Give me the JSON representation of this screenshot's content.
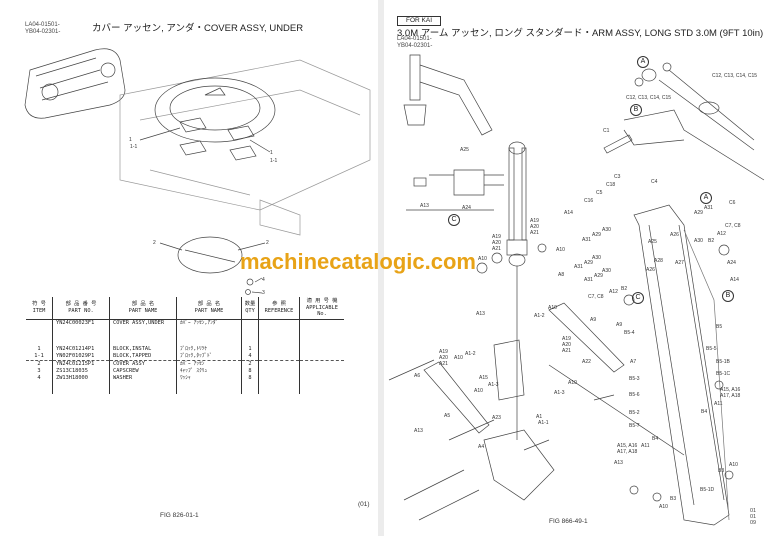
{
  "left_page": {
    "codes": [
      "LA04-01501-",
      "YB04-02301-"
    ],
    "title": "カバー アッセン, アンダ・COVER ASSY, UNDER",
    "callouts": [
      "1",
      "1-1",
      "1",
      "1-1",
      "2",
      "2",
      "4",
      "3"
    ],
    "table": {
      "headers": [
        {
          "jp": "符 号",
          "en": "ITEM"
        },
        {
          "jp": "部 品 番 号",
          "en": "PART NO."
        },
        {
          "jp": "部 品 名",
          "en": "PART NAME"
        },
        {
          "jp": "部 品 名",
          "en": "PART NAME"
        },
        {
          "jp": "数量",
          "en": "QTY"
        },
        {
          "jp": "参 照",
          "en": "REFERENCE"
        },
        {
          "jp": "適 用 号 機",
          "en": "APPLICABLE No."
        }
      ],
      "rows": [
        {
          "item": "",
          "part_no": "YN24C00023F1",
          "name_en": "COVER ASSY,UNDER",
          "name_jp": "ｶﾊﾞｰ ｱｯｾﾝ,ｱﾝﾀﾞ",
          "qty": ""
        },
        {
          "item": "1",
          "part_no": "YN24C01214P1",
          "name_en": "BLOCK,INSTAL",
          "name_jp": "ﾌﾞﾛｯｸ,ﾄﾘﾂｹ",
          "qty": "1"
        },
        {
          "item": "1-1",
          "part_no": "YN02F01029P1",
          "name_en": "BLOCK,TAPPED",
          "name_jp": "ﾌﾞﾛｯｸ,ﾀｯﾌﾟﾄﾞ",
          "qty": "4"
        },
        {
          "item": "2",
          "part_no": "YN24C01215P1",
          "name_en": "COVER ASSY",
          "name_jp": "ｶﾊﾞｰ ｱｯｾﾝ",
          "qty": "2"
        },
        {
          "item": "3",
          "part_no": "ZS13C18035",
          "name_en": "CAPSCREW",
          "name_jp": "ｷｬｯﾌﾟ ｽｸﾘｭ",
          "qty": "8"
        },
        {
          "item": "4",
          "part_no": "ZW13H18000",
          "name_en": "WASHER",
          "name_jp": "ﾜｯｼｬ",
          "qty": "8"
        }
      ]
    },
    "page_mark": "(01)",
    "figure": "FIG 826-01-1"
  },
  "watermark": "machinecatalogic.com",
  "watermark_color": "#e8a317",
  "right_page": {
    "badge": "FOR KAI",
    "title": "3.0M アーム アッセン, ロング スタンダード・ARM ASSY, LONG STD 3.0M (9FT 10in)",
    "codes": [
      "LA04-01501-",
      "YB04-02301-"
    ],
    "callouts": [
      "A",
      "C12, C13, C14, C15",
      "C12, C13, C14, C15",
      "B",
      "C1",
      "C3",
      "C18",
      "C5",
      "A25",
      "A13",
      "A24",
      "C",
      "C4",
      "A",
      "A31",
      "C6",
      "A29",
      "C7, C8",
      "A30",
      "B2",
      "A12",
      "A24",
      "A14",
      "B",
      "C16",
      "A14",
      "A19",
      "A20",
      "A21",
      "A10",
      "A19",
      "A20",
      "A21",
      "A10",
      "A30",
      "A29",
      "A31",
      "A30",
      "A29",
      "A31",
      "A30",
      "A29",
      "A31",
      "A8",
      "A26",
      "A25",
      "A28",
      "A27",
      "A26",
      "C7, C8",
      "A12",
      "B2",
      "A10",
      "A13",
      "A1-2",
      "A9",
      "A9",
      "B5-4",
      "B5",
      "A19",
      "A20",
      "A21",
      "A19",
      "A20",
      "A21",
      "A10",
      "A1-2",
      "A15",
      "A22",
      "A7",
      "B5-5",
      "B5-1B",
      "B5-1C",
      "A6",
      "A10",
      "B5-3",
      "A1-3",
      "A1-3",
      "A10",
      "B5-6",
      "A15, A16",
      "A17, A18",
      "A11",
      "B4",
      "A1",
      "A1-1",
      "A23",
      "B5-2",
      "B5-7",
      "A13",
      "A5",
      "A4",
      "A15, A16",
      "A17, A18",
      "A11",
      "B4",
      "A13",
      "A10",
      "B3",
      "B5-1D",
      "B3",
      "A10",
      "C"
    ],
    "figure": "FIG 866-49-1",
    "page_numbers": [
      "01",
      "01",
      "09"
    ]
  }
}
